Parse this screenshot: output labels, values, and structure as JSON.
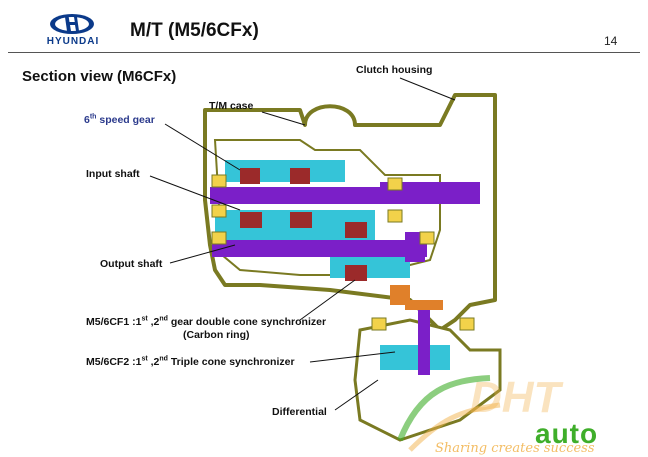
{
  "header": {
    "brand": "HYUNDAI",
    "title": "M/T (M5/6CFx)",
    "page_number": "14"
  },
  "section": {
    "title": "Section view (M6CFx)"
  },
  "labels": {
    "clutch_housing": "Clutch housing",
    "tm_case": "T/M case",
    "sixth_gear_prefix": "6",
    "sixth_gear_sup": "th",
    "sixth_gear_suffix": " speed gear",
    "input_shaft": "Input shaft",
    "output_shaft": "Output shaft",
    "cf1_prefix": "M5/6CF1 :1",
    "cf1_sup1": "st",
    "cf1_mid": " ,2",
    "cf1_sup2": "nd",
    "cf1_suffix": " gear double cone synchronizer",
    "cf1_line2": "(Carbon ring)",
    "cf2_prefix": "M5/6CF2 :1",
    "cf2_sup1": "st",
    "cf2_mid": " ,2",
    "cf2_sup2": "nd",
    "cf2_suffix": " Triple cone synchronizer",
    "differential": "Differential"
  },
  "watermark": {
    "main": "DHT",
    "auto": "auto",
    "tagline": "Sharing creates success"
  },
  "colors": {
    "housing": "#7a7a22",
    "housing_fill": "#ffffff",
    "shaft": "#7b1fc8",
    "gear": "#35c4d8",
    "bearing": "#f2d24a",
    "sync": "#9b2a2a",
    "orange": "#e0802a",
    "accent_blue": "#2b3a8c"
  }
}
